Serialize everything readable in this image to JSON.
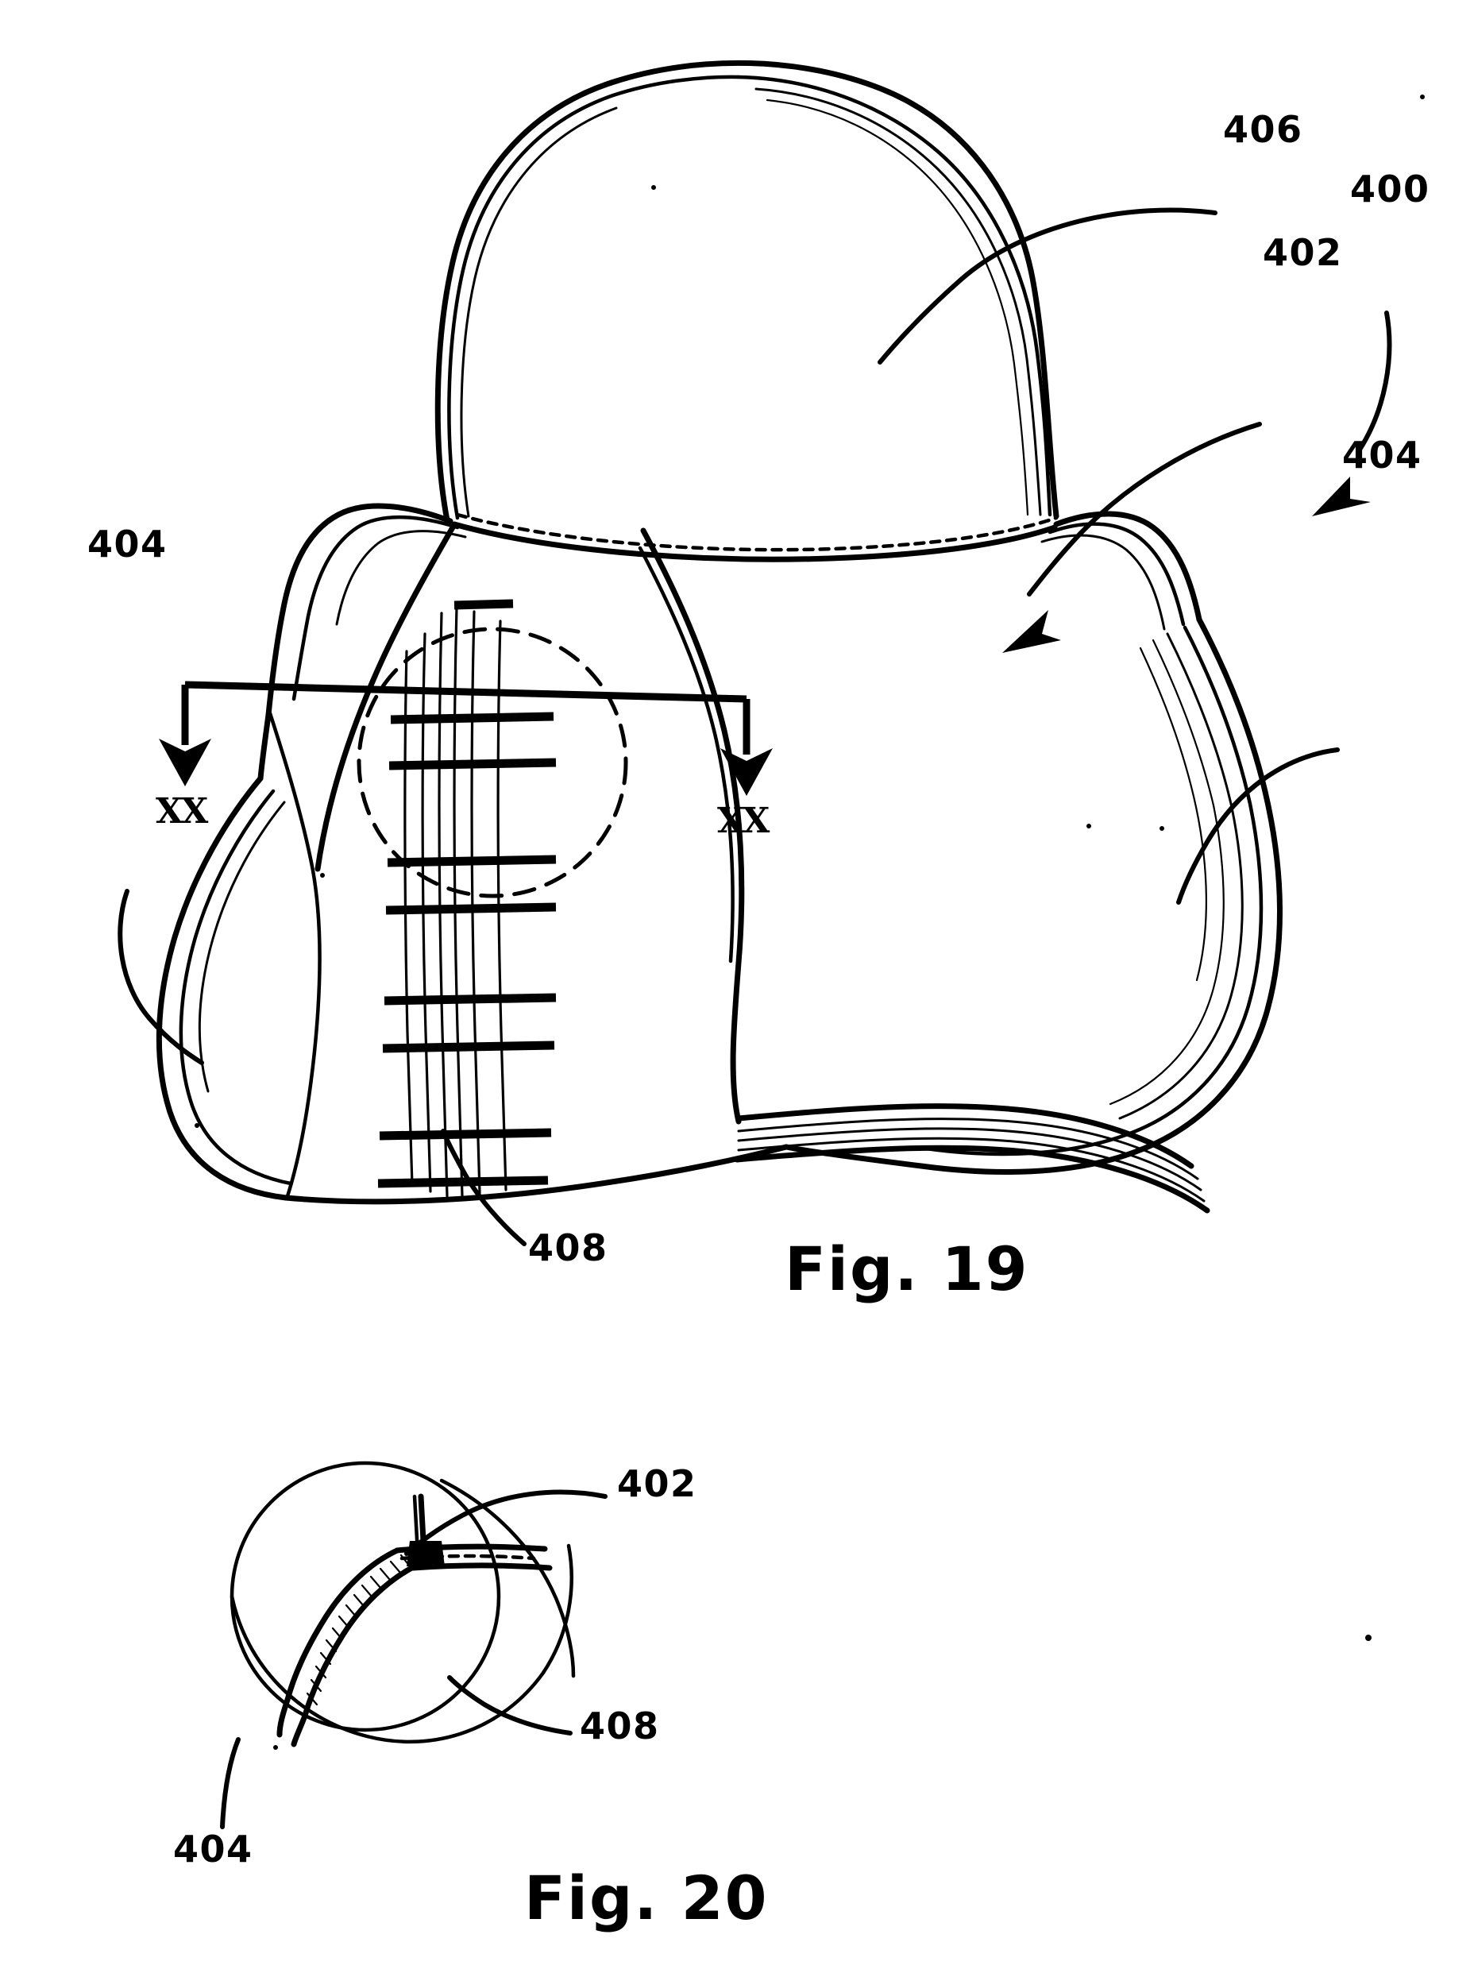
{
  "document": {
    "kind": "patent-drawing-sheet",
    "background_color": "#ffffff",
    "ink_color": "#000000"
  },
  "figures": [
    {
      "id": "fig19",
      "caption": "Fig. 19",
      "subject": "helmet with neck roll and laced closure, rear perspective view",
      "section_markers": [
        {
          "label": "XX",
          "side": "left"
        },
        {
          "label": "XX",
          "side": "right"
        }
      ],
      "callouts": [
        {
          "ref": "406",
          "name": "helmet-shell",
          "position": "upper-right"
        },
        {
          "ref": "400",
          "name": "assembly",
          "position": "right"
        },
        {
          "ref": "402",
          "name": "seam",
          "position": "right-middle"
        },
        {
          "ref": "404",
          "name": "neck-roll-right",
          "position": "right-lower"
        },
        {
          "ref": "404",
          "name": "neck-roll-left",
          "position": "left-lower"
        },
        {
          "ref": "408",
          "name": "lacing",
          "position": "bottom-center"
        }
      ]
    },
    {
      "id": "fig20",
      "caption": "Fig. 20",
      "subject": "enlarged detail of laced seam cross-section",
      "callouts": [
        {
          "ref": "402",
          "name": "seam",
          "position": "upper-right"
        },
        {
          "ref": "408",
          "name": "lacing",
          "position": "right"
        },
        {
          "ref": "404",
          "name": "neck-roll",
          "position": "lower-left"
        }
      ]
    }
  ],
  "labels": {
    "ref_406": "406",
    "ref_400": "400",
    "ref_402_fig19": "402",
    "ref_404_right": "404",
    "ref_404_left": "404",
    "ref_408_fig19": "408",
    "section_left": "XX",
    "section_right": "XX",
    "caption_fig19": "Fig. 19",
    "ref_402_fig20": "402",
    "ref_408_fig20": "408",
    "ref_404_fig20": "404",
    "caption_fig20": "Fig. 20"
  }
}
